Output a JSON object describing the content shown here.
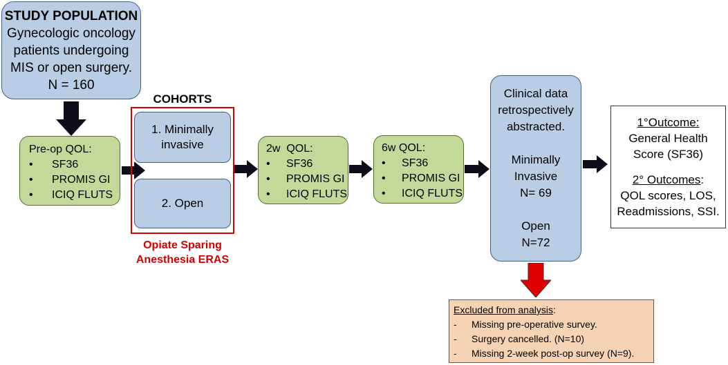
{
  "study_population": {
    "title": "STUDY POPULATION",
    "lines": [
      "Gynecologic oncology",
      "patients undergoing",
      "MIS or open surgery."
    ],
    "n": "N = 160"
  },
  "preop": {
    "title": "Pre-op QOL:",
    "items": [
      "SF36",
      "PROMIS GI",
      "ICIQ FLUTS"
    ]
  },
  "cohorts": {
    "heading": "COHORTS",
    "minimally": [
      "1. Minimally",
      "invasive"
    ],
    "open": "2. Open",
    "caption": [
      "Opiate Sparing",
      "Anesthesia ERAS"
    ]
  },
  "w2": {
    "title": "2w  QOL:",
    "items": [
      "SF36",
      "PROMIS GI",
      "ICIQ FLUTS"
    ]
  },
  "w6": {
    "title": "6w QOL:",
    "items": [
      "SF36",
      "PROMIS GI",
      "ICIQ FLUTS"
    ]
  },
  "clinical": {
    "lines": [
      "Clinical data",
      "retrospectively",
      "abstracted."
    ],
    "mi": [
      "Minimally",
      "Invasive",
      "N= 69"
    ],
    "open": [
      "Open",
      "N=72"
    ]
  },
  "outcomes": {
    "primary_label": "1°Outcome:",
    "primary": [
      "General Health",
      "Score (SF36)"
    ],
    "secondary_label": "2° Outcomes",
    "secondary_colon": ":",
    "secondary": [
      "QOL scores, LOS,",
      "Readmissions, SSI."
    ]
  },
  "excluded": {
    "title": "Excluded from analysis",
    "title_colon": ":",
    "items": [
      "Missing pre-operative survey.",
      "Surgery cancelled. (N=10)",
      "Missing 2-week post-op survey (N=9)."
    ]
  },
  "colors": {
    "box_blue": "#b9cde5",
    "box_green": "#c3d99a",
    "box_peach": "#f6d3b4",
    "cohort_red": "#d40000",
    "arrow_dark": "#0d0d1a"
  }
}
